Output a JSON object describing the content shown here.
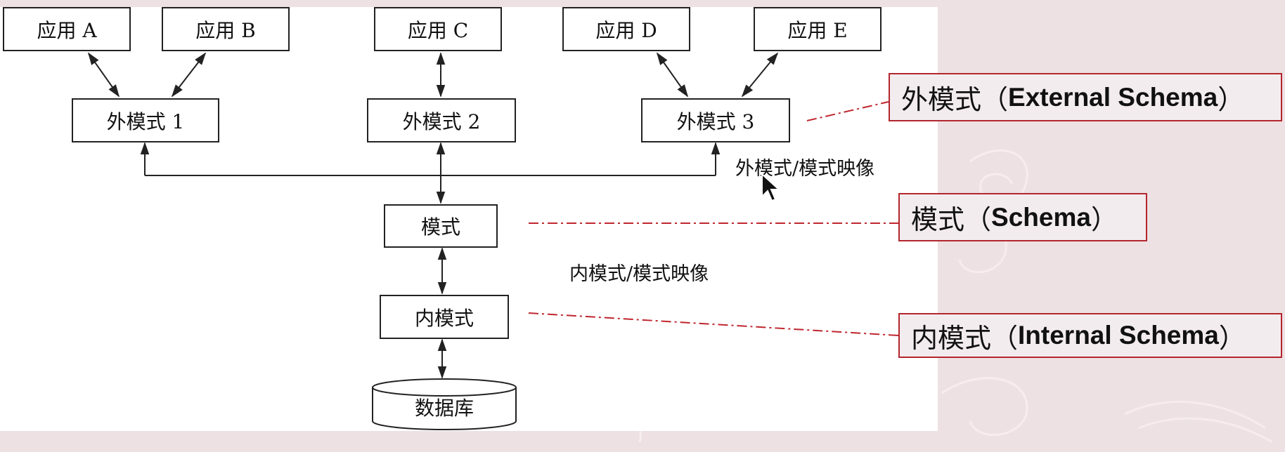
{
  "diagram": {
    "applications": {
      "a": "应用 A",
      "b": "应用 B",
      "c": "应用 C",
      "d": "应用 D",
      "e": "应用 E"
    },
    "external_schemas": {
      "one": "外模式 1",
      "two": "外模式 2",
      "three": "外模式 3"
    },
    "schema": "模式",
    "internal_schema": "内模式",
    "database": "数据库",
    "external_mapping": "外模式/模式映像",
    "internal_mapping": "内模式/模式映像"
  },
  "callouts": {
    "external": {
      "cn": "外模式（",
      "en": "External Schema",
      "close": "）"
    },
    "schema": {
      "cn": "模式（",
      "en": "Schema",
      "close": "）"
    },
    "internal": {
      "cn": "内模式（",
      "en": "Internal Schema",
      "close": "）"
    }
  },
  "colors": {
    "background": "#eee1e3",
    "panel": "#ffffff",
    "line": "#222222",
    "callout_border": "#b3262d",
    "dash_line": "#c0262f"
  }
}
